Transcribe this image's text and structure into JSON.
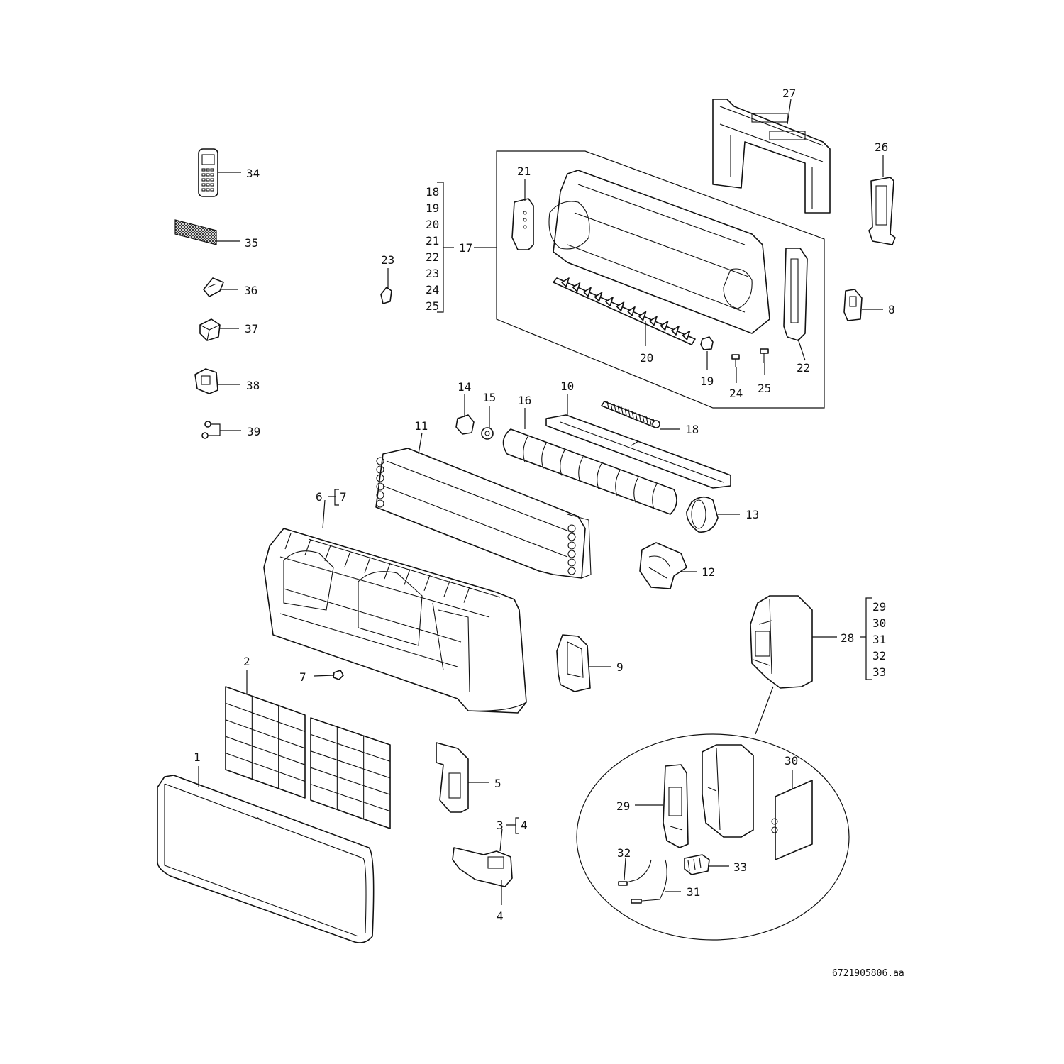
{
  "drawing_reference": "6721905806.aa",
  "labels": {
    "l1": "1",
    "l2": "2",
    "l3": "3",
    "l3b": "4",
    "l4": "4",
    "l5": "5",
    "l6": "6",
    "l6b": "7",
    "l7": "7",
    "l8": "8",
    "l9": "9",
    "l10": "10",
    "l11": "11",
    "l12": "12",
    "l13": "13",
    "l14": "14",
    "l15": "15",
    "l16": "16",
    "l17": "17",
    "l18": "18",
    "l19": "19",
    "l20": "20",
    "l21": "21",
    "l22": "22",
    "l23": "23",
    "l24": "24",
    "l25": "25",
    "l26": "26",
    "l27": "27",
    "l28": "28",
    "l29": "29",
    "l30": "30",
    "l31": "31",
    "l32": "32",
    "l33": "33",
    "l34": "34",
    "l35": "35",
    "l36": "36",
    "l37": "37",
    "l38": "38",
    "l39": "39"
  },
  "group17": [
    "18",
    "19",
    "20",
    "21",
    "22",
    "23",
    "24",
    "25"
  ],
  "group28": [
    "29",
    "30",
    "31",
    "32",
    "33"
  ],
  "colors": {
    "line": "#111111",
    "background": "#ffffff"
  }
}
